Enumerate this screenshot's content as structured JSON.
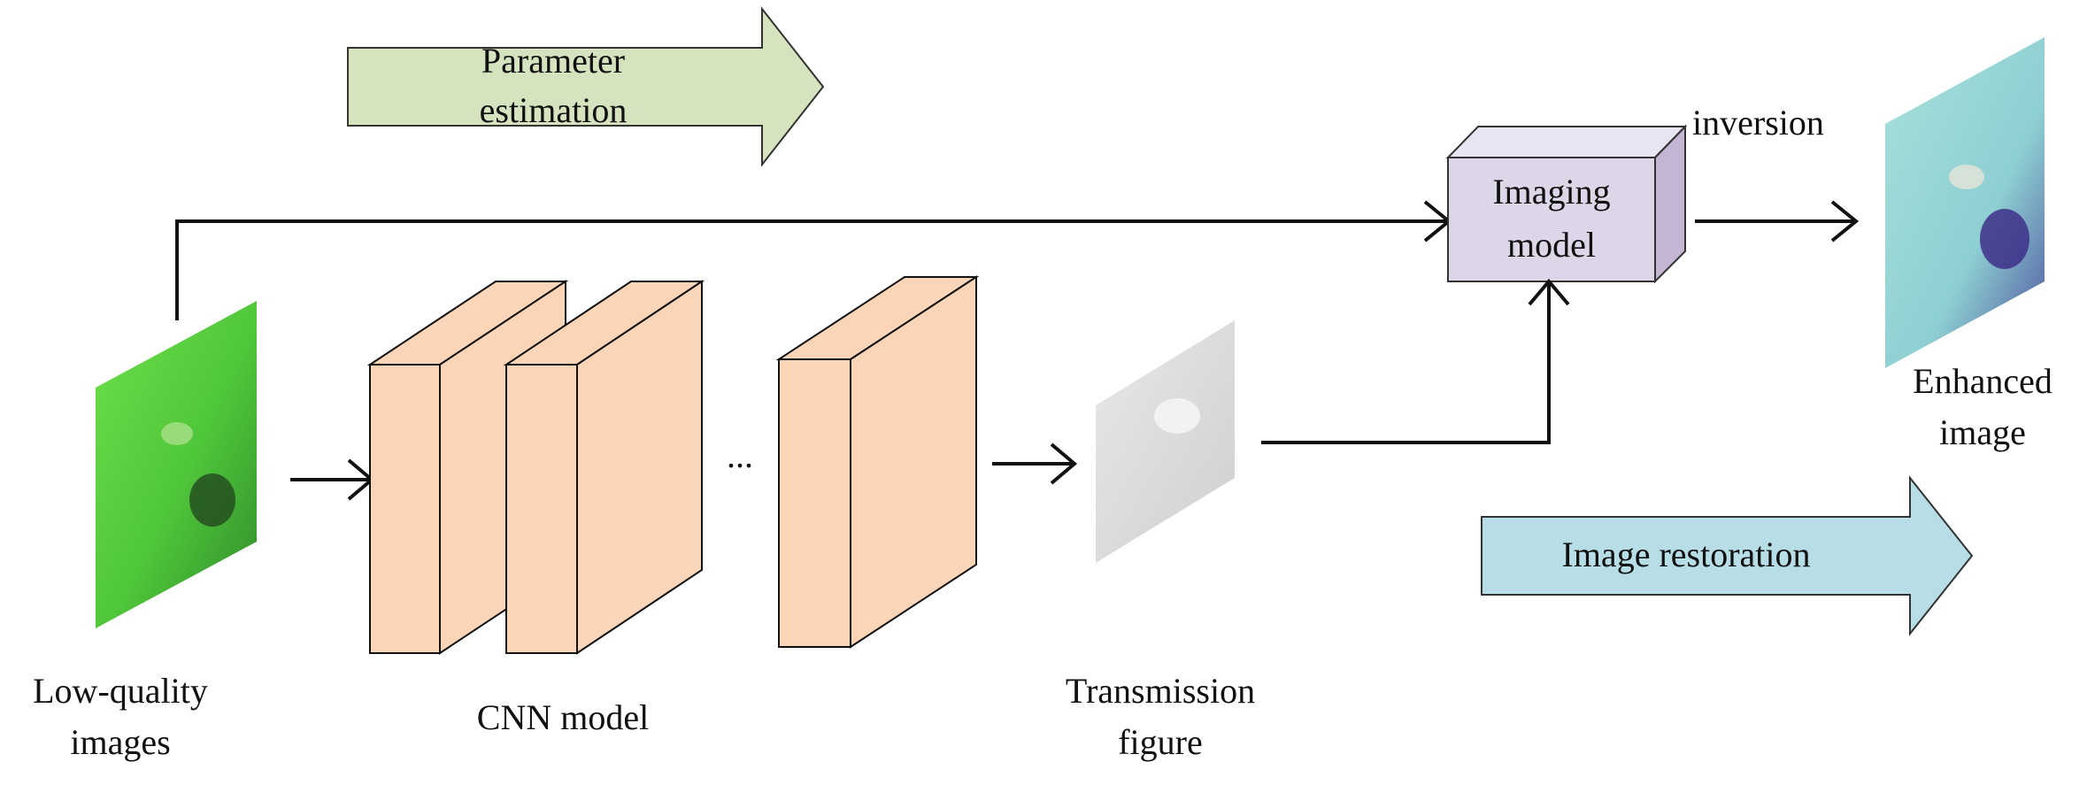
{
  "labels": {
    "parameter_estimation_1": "Parameter",
    "parameter_estimation_2": "estimation",
    "imaging_model_1": "Imaging",
    "imaging_model_2": "model",
    "inversion": "inversion",
    "enhanced_image_1": "Enhanced",
    "enhanced_image_2": "image",
    "image_restoration": "Image restoration",
    "low_quality_1": "Low-quality",
    "low_quality_2": "images",
    "cnn_model": "CNN model",
    "ellipsis": "...",
    "transmission_1": "Transmission",
    "transmission_2": "figure"
  },
  "colors": {
    "param_arrow": "#d6e3bf",
    "restoration_arrow": "#b7dde6",
    "cnn_block": "#fbd5b8",
    "imaging_box": "#ddd6e8",
    "imaging_side": "#c3b5d3",
    "imaging_top": "#e9e4f1",
    "low_quality_image": "#5fcf3e",
    "enhanced_image": "#9fd6d4",
    "transmission_image": "#d8d8d8"
  }
}
